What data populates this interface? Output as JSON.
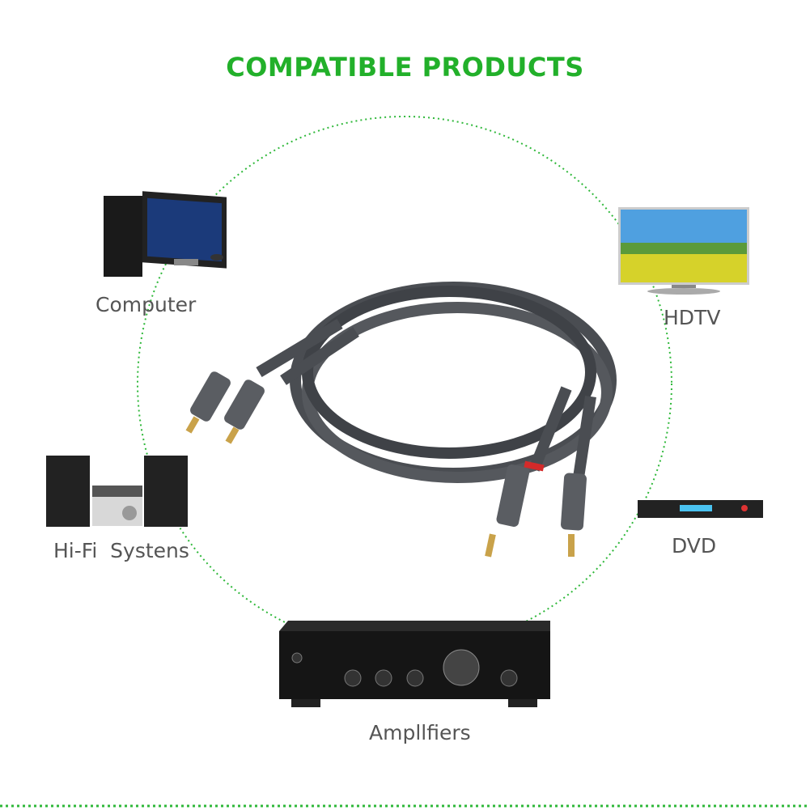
{
  "title": "COMPATIBLE PRODUCTS",
  "products": {
    "computer": "Computer",
    "hdtv": "HDTV",
    "hifi": "Hi-Fi  Systens",
    "dvd": "DVD",
    "amplifiers": "Ampllfiers"
  },
  "colors": {
    "accent": "#22b02a",
    "label": "#555555"
  }
}
